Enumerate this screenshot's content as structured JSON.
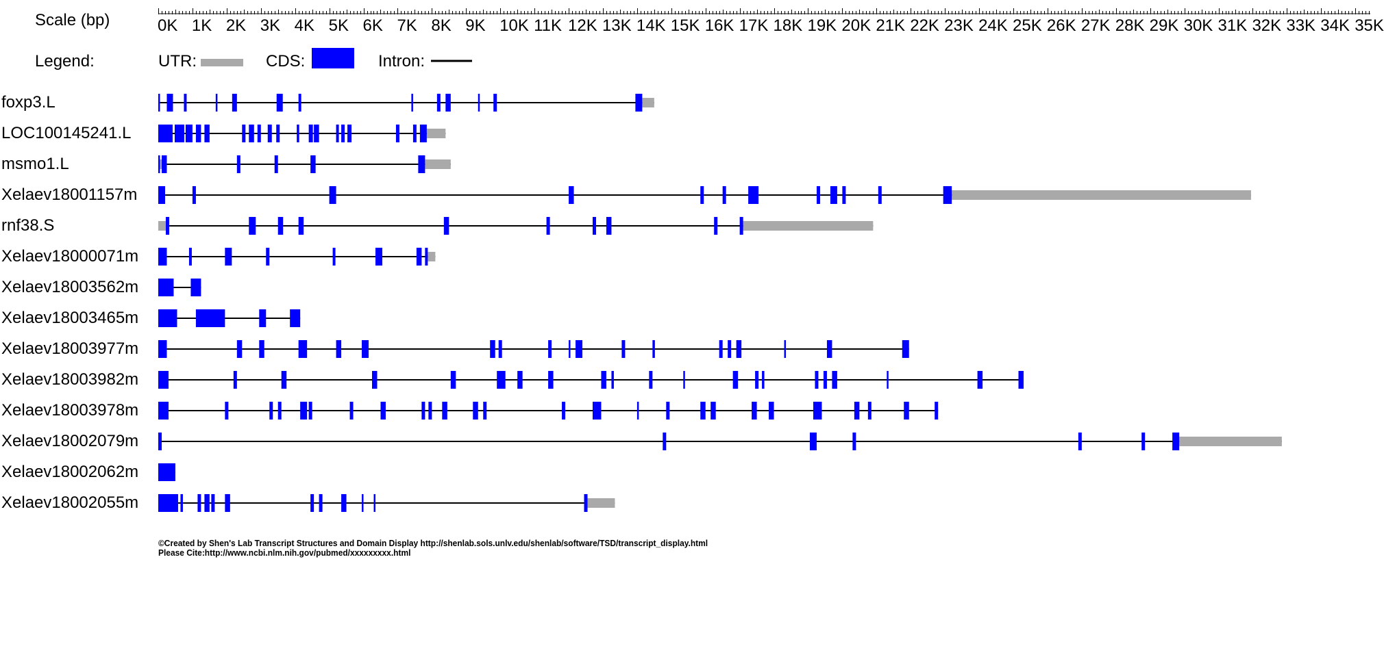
{
  "scale_label": "Scale (bp)",
  "legend": {
    "label": "Legend:",
    "utr_label": "UTR:",
    "cds_label": "CDS:",
    "intron_label": "Intron:",
    "colors": {
      "utr": "#a9a9a9",
      "cds": "#0000ff",
      "intron": "#000000"
    }
  },
  "axis": {
    "tick_labels": [
      "0K",
      "1K",
      "2K",
      "3K",
      "4K",
      "5K",
      "6K",
      "7K",
      "8K",
      "9K",
      "10K",
      "11K",
      "12K",
      "13K",
      "14K",
      "15K",
      "16K",
      "17K",
      "18K",
      "19K",
      "20K",
      "21K",
      "22K",
      "23K",
      "24K",
      "25K",
      "26K",
      "27K",
      "28K",
      "29K",
      "30K",
      "31K",
      "32K",
      "33K",
      "34K",
      "35K"
    ],
    "minor_step_bp": 100,
    "major_step_bp": 1000
  },
  "transcripts": [
    {
      "name": "foxp3.L",
      "start": 0,
      "end": 14500,
      "cds": [
        [
          0,
          50
        ],
        [
          250,
          430
        ],
        [
          750,
          830
        ],
        [
          1680,
          1720
        ],
        [
          2160,
          2300
        ],
        [
          3460,
          3640
        ],
        [
          4100,
          4180
        ],
        [
          7400,
          7450
        ],
        [
          8150,
          8250
        ],
        [
          8400,
          8550
        ],
        [
          9350,
          9400
        ],
        [
          9800,
          9900
        ],
        [
          13950,
          14150
        ]
      ],
      "utr": [
        [
          14150,
          14500
        ]
      ]
    },
    {
      "name": "LOC100145241.L",
      "start": 0,
      "end": 8400,
      "cds": [
        [
          0,
          420
        ],
        [
          480,
          760
        ],
        [
          800,
          1000
        ],
        [
          1100,
          1250
        ],
        [
          1350,
          1500
        ],
        [
          2450,
          2550
        ],
        [
          2650,
          2800
        ],
        [
          2900,
          3000
        ],
        [
          3200,
          3320
        ],
        [
          3450,
          3550
        ],
        [
          4050,
          4120
        ],
        [
          4400,
          4520
        ],
        [
          4550,
          4700
        ],
        [
          5200,
          5280
        ],
        [
          5350,
          5450
        ],
        [
          5530,
          5650
        ],
        [
          6950,
          7050
        ],
        [
          7450,
          7550
        ],
        [
          7650,
          7850
        ]
      ],
      "utr": [
        [
          7850,
          8400
        ]
      ]
    },
    {
      "name": "msmo1.L",
      "start": 0,
      "end": 8550,
      "cds": [
        [
          0,
          30
        ],
        [
          100,
          250
        ],
        [
          2300,
          2400
        ],
        [
          3400,
          3500
        ],
        [
          4450,
          4600
        ],
        [
          7600,
          7800
        ]
      ],
      "utr": [
        [
          0,
          100
        ],
        [
          7800,
          8550
        ]
      ]
    },
    {
      "name": "Xelaev18001157m",
      "start": 0,
      "end": 31950,
      "cds": [
        [
          0,
          200
        ],
        [
          1000,
          1100
        ],
        [
          5000,
          5200
        ],
        [
          12000,
          12150
        ],
        [
          15850,
          15950
        ],
        [
          16500,
          16600
        ],
        [
          17250,
          17550
        ],
        [
          19250,
          19350
        ],
        [
          19650,
          19850
        ],
        [
          20000,
          20100
        ],
        [
          21050,
          21150
        ],
        [
          22950,
          23200
        ]
      ],
      "utr": [
        [
          23200,
          31950
        ]
      ]
    },
    {
      "name": "rnf38.S",
      "start": 0,
      "end": 20900,
      "cds": [
        [
          220,
          320
        ],
        [
          2650,
          2850
        ],
        [
          3500,
          3650
        ],
        [
          4100,
          4250
        ],
        [
          8350,
          8500
        ],
        [
          11350,
          11450
        ],
        [
          12700,
          12800
        ],
        [
          13100,
          13250
        ],
        [
          16250,
          16350
        ],
        [
          17000,
          17100
        ]
      ],
      "utr": [
        [
          0,
          220
        ],
        [
          17100,
          20900
        ]
      ]
    },
    {
      "name": "Xelaev18000071m",
      "start": 0,
      "end": 8100,
      "cds": [
        [
          0,
          250
        ],
        [
          900,
          980
        ],
        [
          1950,
          2150
        ],
        [
          3150,
          3250
        ],
        [
          5100,
          5180
        ],
        [
          6350,
          6550
        ],
        [
          7550,
          7700
        ],
        [
          7800,
          7880
        ]
      ],
      "utr": [
        [
          7880,
          8100
        ]
      ]
    },
    {
      "name": "Xelaev18003562m",
      "start": 0,
      "end": 1250,
      "cds": [
        [
          0,
          450
        ],
        [
          950,
          1250
        ]
      ],
      "utr": []
    },
    {
      "name": "Xelaev18003465m",
      "start": 0,
      "end": 4150,
      "cds": [
        [
          0,
          550
        ],
        [
          1100,
          1950
        ],
        [
          2950,
          3150
        ],
        [
          3850,
          4150
        ]
      ],
      "utr": []
    },
    {
      "name": "Xelaev18003977m",
      "start": 0,
      "end": 21950,
      "cds": [
        [
          0,
          250
        ],
        [
          2300,
          2450
        ],
        [
          2950,
          3100
        ],
        [
          4100,
          4350
        ],
        [
          5200,
          5350
        ],
        [
          5950,
          6150
        ],
        [
          9700,
          9850
        ],
        [
          9950,
          10050
        ],
        [
          11400,
          11500
        ],
        [
          12000,
          12050
        ],
        [
          12200,
          12400
        ],
        [
          13550,
          13650
        ],
        [
          14450,
          14520
        ],
        [
          16400,
          16500
        ],
        [
          16650,
          16750
        ],
        [
          16900,
          17050
        ],
        [
          18300,
          18350
        ],
        [
          19550,
          19700
        ],
        [
          21750,
          21950
        ]
      ],
      "utr": []
    },
    {
      "name": "Xelaev18003982m",
      "start": 0,
      "end": 25300,
      "cds": [
        [
          0,
          300
        ],
        [
          2200,
          2300
        ],
        [
          3600,
          3750
        ],
        [
          6250,
          6400
        ],
        [
          8550,
          8700
        ],
        [
          9900,
          10150
        ],
        [
          10500,
          10650
        ],
        [
          11400,
          11550
        ],
        [
          12950,
          13100
        ],
        [
          13250,
          13320
        ],
        [
          14350,
          14450
        ],
        [
          15350,
          15400
        ],
        [
          16800,
          16950
        ],
        [
          17450,
          17550
        ],
        [
          17650,
          17720
        ],
        [
          19200,
          19300
        ],
        [
          19450,
          19550
        ],
        [
          19700,
          19850
        ],
        [
          21300,
          21350
        ],
        [
          23950,
          24100
        ],
        [
          25150,
          25300
        ]
      ],
      "utr": []
    },
    {
      "name": "Xelaev18003978m",
      "start": 0,
      "end": 22800,
      "cds": [
        [
          0,
          300
        ],
        [
          1950,
          2050
        ],
        [
          3250,
          3350
        ],
        [
          3500,
          3600
        ],
        [
          4150,
          4350
        ],
        [
          4400,
          4500
        ],
        [
          5600,
          5700
        ],
        [
          6500,
          6650
        ],
        [
          7700,
          7800
        ],
        [
          7900,
          8000
        ],
        [
          8300,
          8450
        ],
        [
          9200,
          9350
        ],
        [
          9500,
          9600
        ],
        [
          11800,
          11900
        ],
        [
          12700,
          12950
        ],
        [
          14000,
          14050
        ],
        [
          14850,
          14950
        ],
        [
          15850,
          16000
        ],
        [
          16150,
          16300
        ],
        [
          17350,
          17500
        ],
        [
          17850,
          18000
        ],
        [
          19150,
          19400
        ],
        [
          20350,
          20500
        ],
        [
          20750,
          20850
        ],
        [
          21800,
          21950
        ],
        [
          22700,
          22800
        ]
      ],
      "utr": []
    },
    {
      "name": "Xelaev18002079m",
      "start": 0,
      "end": 32850,
      "cds": [
        [
          0,
          100
        ],
        [
          14750,
          14850
        ],
        [
          19050,
          19250
        ],
        [
          20300,
          20400
        ],
        [
          26900,
          27000
        ],
        [
          28750,
          28850
        ],
        [
          29650,
          29850
        ]
      ],
      "utr": [
        [
          29850,
          32850
        ]
      ]
    },
    {
      "name": "Xelaev18002062m",
      "start": 0,
      "end": 500,
      "cds": [
        [
          0,
          500
        ]
      ],
      "utr": []
    },
    {
      "name": "Xelaev18002055m",
      "start": 0,
      "end": 13350,
      "cds": [
        [
          0,
          580
        ],
        [
          650,
          720
        ],
        [
          1150,
          1250
        ],
        [
          1350,
          1500
        ],
        [
          1550,
          1650
        ],
        [
          1950,
          2100
        ],
        [
          4450,
          4550
        ],
        [
          4700,
          4800
        ],
        [
          5350,
          5500
        ],
        [
          5950,
          6000
        ],
        [
          6300,
          6350
        ],
        [
          12450,
          12550
        ]
      ],
      "utr": [
        [
          12550,
          13350
        ]
      ]
    }
  ],
  "footer": {
    "line1": "©Created by Shen's Lab Transcript Structures and Domain Display http://shenlab.sols.unlv.edu/shenlab/software/TSD/transcript_display.html",
    "line2": "Please Cite:http://www.ncbi.nlm.nih.gov/pubmed/xxxxxxxxx.html"
  }
}
